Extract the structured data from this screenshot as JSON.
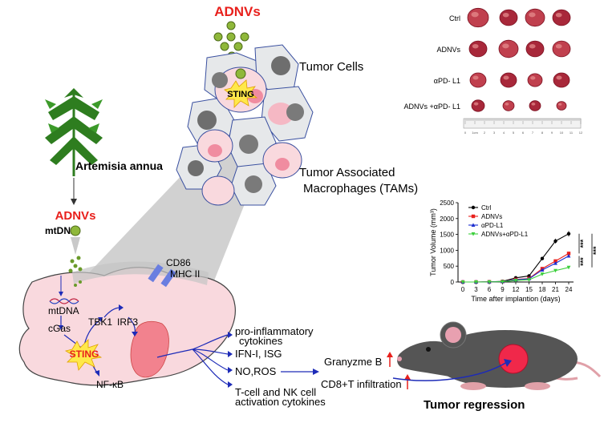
{
  "top_label": "ADNVs",
  "labels": {
    "tumor_cells": "Tumor Cells",
    "sting_top": "STING",
    "tam_line1": "Tumor Associated",
    "tam_line2": "Macrophages (TAMs)",
    "plant": "Artemisia annua",
    "adnvs_mid": "ADNVs",
    "mtdna_top": "mtDNA",
    "cd86": "CD86",
    "mhc2": "MHC II",
    "mtdna_cell": "mtDNA",
    "cgas": "cGas",
    "tbk1": "TBK1",
    "irf3": "IRF3",
    "sting_cell": "STING",
    "nfkb": "NF-κB",
    "out1_l1": "pro-inflammatory",
    "out1_l2": "cytokines",
    "out2": "IFN-I, ISG",
    "out3": "NO,ROS",
    "out4_l1": "T-cell and NK cell",
    "out4_l2": "activation cytokines",
    "granzyme": "Granyzme B",
    "cd8": "CD8+T infiltration",
    "regression": "Tumor regression"
  },
  "photo_panel": {
    "rows": [
      "Ctrl",
      "ADNVs",
      "αPD- L1",
      "ADNVs +αPD- L1"
    ],
    "ruler_ticks": [
      "0",
      "1cm",
      "2",
      "3",
      "4",
      "5",
      "6",
      "7",
      "8",
      "9",
      "10",
      "11",
      "12"
    ]
  },
  "colors": {
    "red_label": "#e8201c",
    "plant_green": "#2e7d1f",
    "sting_yellow": "#ffe84a",
    "arrow_blue": "#2632c8",
    "cell_pink": "#f9d9de",
    "mouse_gray": "#555555",
    "tumor_red": "#f0284a"
  },
  "chart_data": {
    "type": "line",
    "xlabel": "Time after implantion (days)",
    "ylabel": "Tumor Volume (mm³)",
    "x": [
      0,
      3,
      6,
      9,
      12,
      15,
      18,
      21,
      24
    ],
    "x_ticks": [
      "0",
      "3",
      "6",
      "9",
      "12",
      "15",
      "18",
      "21",
      "24"
    ],
    "y_ticks": [
      "0",
      "500",
      "1000",
      "1500",
      "2000",
      "2500"
    ],
    "ylim": [
      0,
      2500
    ],
    "legend_position": "top-right",
    "series": [
      {
        "name": "Ctrl",
        "color": "#000000",
        "marker": "circle",
        "values": [
          0,
          0,
          5,
          20,
          130,
          190,
          740,
          1290,
          1520
        ]
      },
      {
        "name": "ADNVs",
        "color": "#e8201c",
        "marker": "square",
        "values": [
          0,
          0,
          5,
          15,
          80,
          110,
          420,
          660,
          900
        ]
      },
      {
        "name": "αPD-L1",
        "color": "#1c2ed0",
        "marker": "triangle",
        "values": [
          0,
          0,
          5,
          15,
          70,
          100,
          380,
          590,
          820
        ]
      },
      {
        "name": "ADNVs+αPD-L1",
        "color": "#3ccf3c",
        "marker": "triangle-down",
        "values": [
          0,
          0,
          3,
          10,
          50,
          70,
          250,
          360,
          460
        ]
      }
    ],
    "significance": [
      "***",
      "***",
      "***"
    ]
  }
}
